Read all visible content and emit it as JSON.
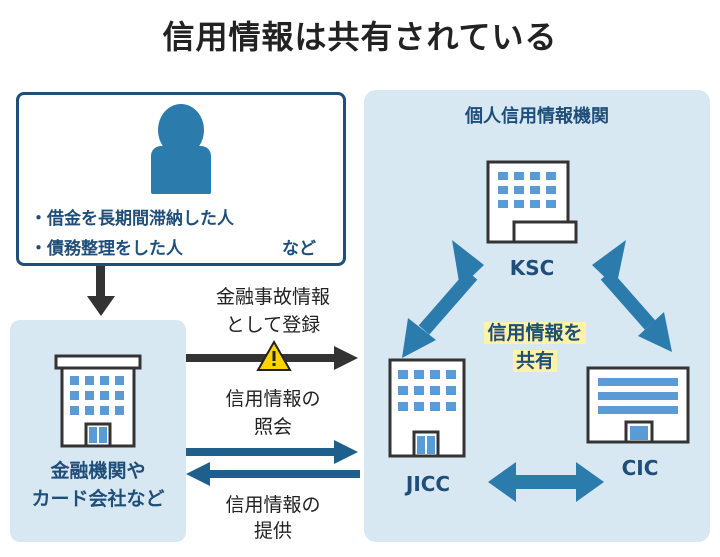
{
  "title": "信用情報は共有されている",
  "debtor": {
    "items": [
      "・借金を長期間滞納した人",
      "・債務整理をした人"
    ],
    "suffix": "など",
    "icon": "person-icon"
  },
  "financial": {
    "line1": "金融機関や",
    "line2": "カード会社など",
    "icon": "building-icon"
  },
  "arrows": {
    "register": {
      "line1": "金融事故情報",
      "line2": "として登録"
    },
    "inquiry": {
      "line1": "信用情報の",
      "line2": "照会"
    },
    "provide": {
      "line1": "信用情報の",
      "line2": "提供"
    }
  },
  "agencies": {
    "title": "個人信用情報機関",
    "ksc": "KSC",
    "jicc": "JICC",
    "cic": "CIC",
    "shared_line1": "信用情報を",
    "shared_line2": "共有"
  },
  "colors": {
    "navy": "#1f4e79",
    "blue": "#2b7cad",
    "light_blue": "#d8e8f3",
    "arrow_dark": "#333333",
    "warning": "#ffd400"
  }
}
